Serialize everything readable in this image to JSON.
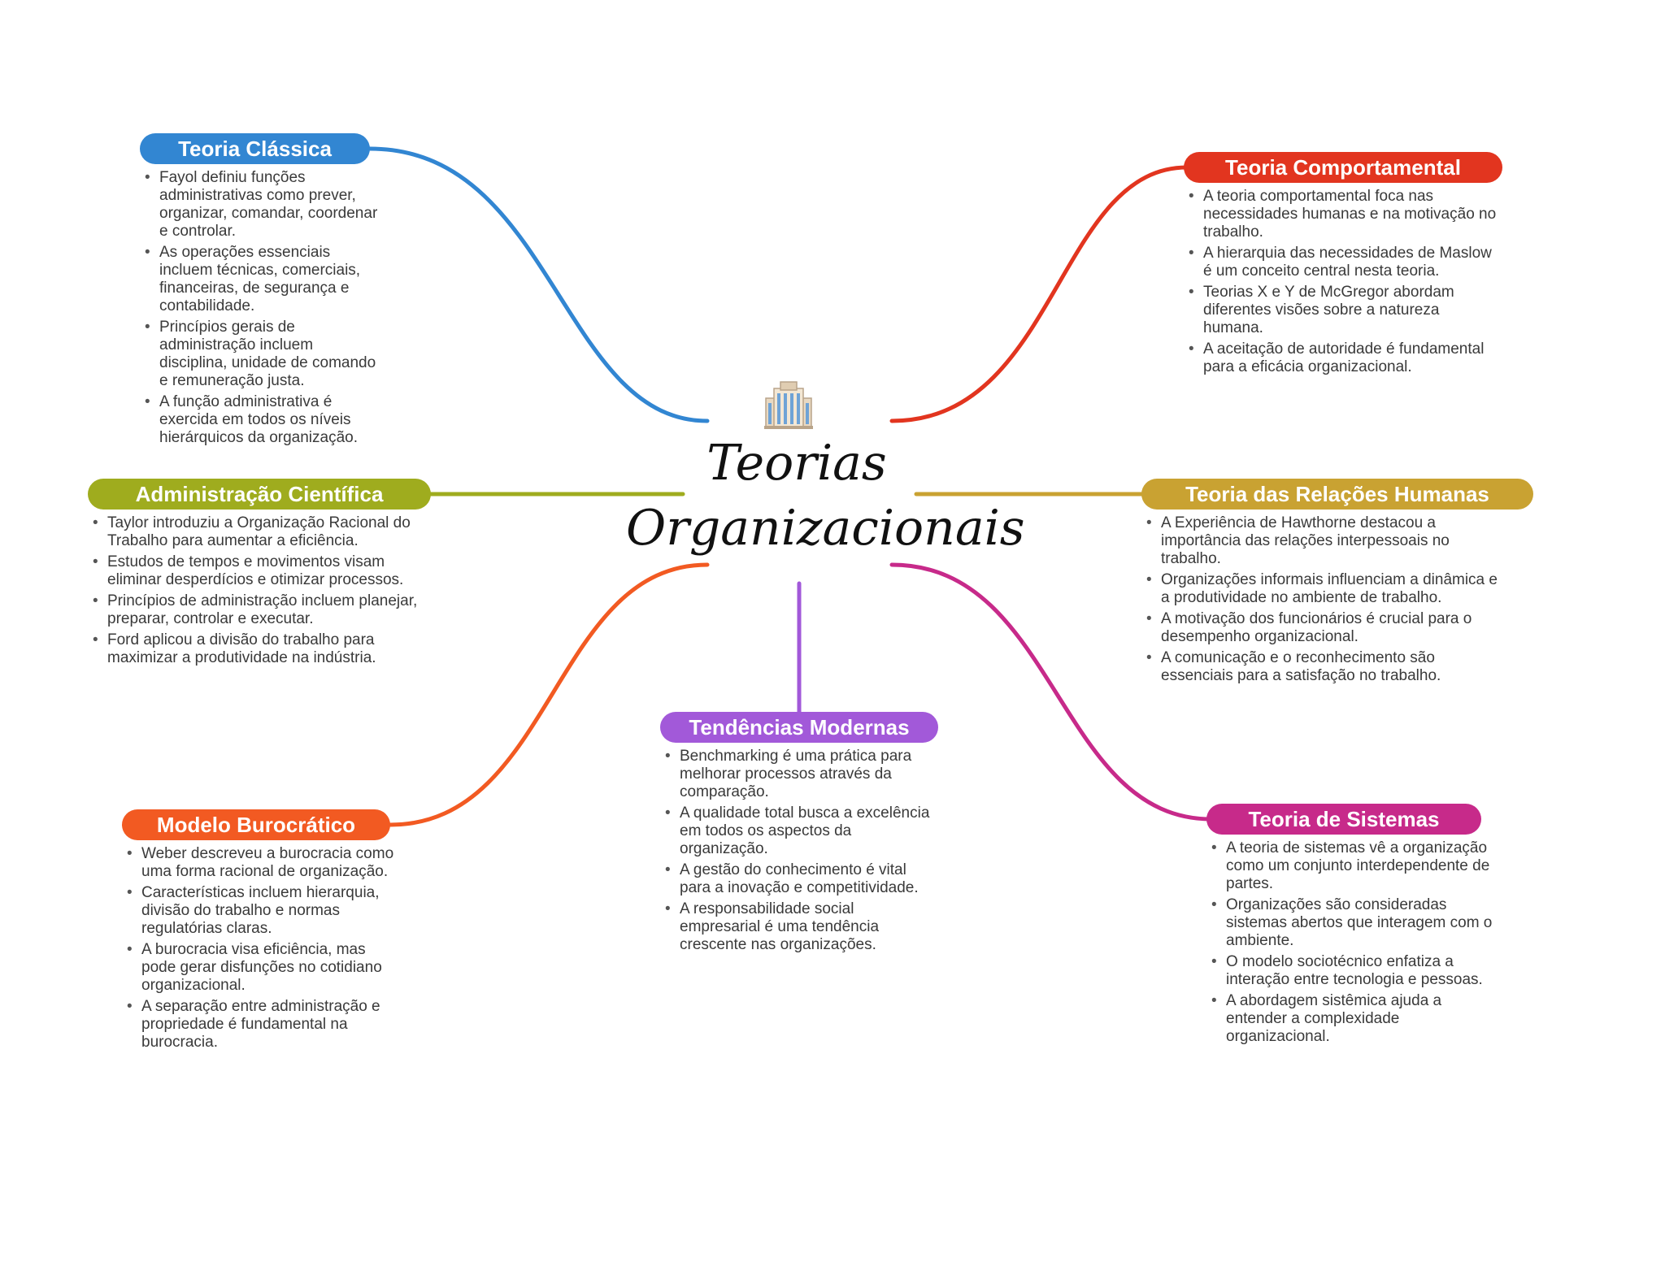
{
  "title": "Teorias Organizacionais",
  "central_icon": "building-icon",
  "branches": [
    {
      "id": "classica",
      "label": "Teoria Clássica",
      "color": "#3286d2",
      "items": [
        "Fayol definiu funções administrativas como prever, organizar, comandar, coordenar e controlar.",
        "As operações essenciais incluem técnicas, comerciais, financeiras, de segurança e contabilidade.",
        "Princípios gerais de administração incluem disciplina, unidade de comando e remuneração justa.",
        "A função administrativa é exercida em todos os níveis hierárquicos da organização."
      ]
    },
    {
      "id": "cientifica",
      "label": "Administração Científica",
      "color": "#9fac1e",
      "items": [
        "Taylor introduziu a Organização Racional do Trabalho para aumentar a eficiência.",
        "Estudos de tempos e movimentos visam eliminar desperdícios e otimizar processos.",
        "Princípios de administração incluem planejar, preparar, controlar e executar.",
        "Ford aplicou a divisão do trabalho para maximizar a produtividade na indústria."
      ]
    },
    {
      "id": "burocratico",
      "label": "Modelo Burocrático",
      "color": "#f25a22",
      "items": [
        "Weber descreveu a burocracia como uma forma racional de organização.",
        "Características incluem hierarquia, divisão do trabalho e normas regulatórias claras.",
        "A burocracia visa eficiência, mas pode gerar disfunções no cotidiano organizacional.",
        "A separação entre administração e propriedade é fundamental na burocracia."
      ]
    },
    {
      "id": "modernas",
      "label": "Tendências Modernas",
      "color": "#a259d9",
      "items": [
        "Benchmarking é uma prática para melhorar processos através da comparação.",
        "A qualidade total busca a excelência em todos os aspectos da organização.",
        "A gestão do conhecimento é vital para a inovação e competitividade.",
        "A responsabilidade social empresarial é uma tendência crescente nas organizações."
      ]
    },
    {
      "id": "sistemas",
      "label": "Teoria de Sistemas",
      "color": "#c72a8a",
      "items": [
        "A teoria de sistemas vê a organização como um conjunto interdependente de partes.",
        "Organizações são consideradas sistemas abertos que interagem com o ambiente.",
        "O modelo sociotécnico enfatiza a interação entre tecnologia e pessoas.",
        "A abordagem sistêmica ajuda a entender a complexidade organizacional."
      ]
    },
    {
      "id": "relacoes",
      "label": "Teoria das Relações Humanas",
      "color": "#c9a232",
      "items": [
        "A Experiência de Hawthorne destacou a importância das relações interpessoais no trabalho.",
        "Organizações informais influenciam a dinâmica e a produtividade no ambiente de trabalho.",
        "A motivação dos funcionários é crucial para o desempenho organizacional.",
        "A comunicação e o reconhecimento são essenciais para a satisfação no trabalho."
      ]
    },
    {
      "id": "comportamental",
      "label": "Teoria Comportamental",
      "color": "#e2351f",
      "items": [
        "A teoria comportamental foca nas necessidades humanas e na motivação no trabalho.",
        "A hierarquia das necessidades de Maslow é um conceito central nesta teoria.",
        "Teorias X e Y de McGregor abordam diferentes visões sobre a natureza humana.",
        "A aceitação de autoridade é fundamental para a eficácia organizacional."
      ]
    }
  ]
}
